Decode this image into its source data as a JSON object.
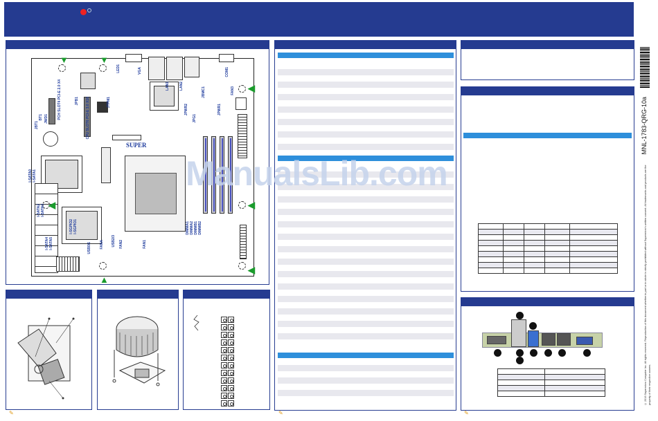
{
  "watermark": "ManualsLib.com",
  "doc_code": "MNL-1783-QRG-10a",
  "legal_text": "© 2016 Supermicro Computer Inc. All rights reserved. Reproduction of this document whether in part or in whole is strictly prohibited without Supermicro's written consent. All trademarks and products are the property of their respective owners.",
  "board": {
    "brand": "SUPER",
    "labels": [
      "CPU SLOT6 PCI-E 3.0 X16",
      "PCH SLOT4 PCI-E 2.0 X4",
      "FAN2",
      "FAN1",
      "FAN3",
      "FANA",
      "DIMMB2",
      "DIMMB1",
      "DIMMA2",
      "DIMMA1",
      "JPWR1",
      "JPWR2",
      "USB0/1",
      "USB2/3",
      "LED1",
      "JPB1",
      "JBT1",
      "JPG1",
      "I-SGPIO1",
      "I-SGPIO2",
      "BT1",
      "JWD1",
      "I-SATA0",
      "I-SATA1",
      "I-SATA2",
      "I-SATA3",
      "I-SATA4",
      "I-SATA5",
      "LAN1",
      "LAN2",
      "COM1",
      "VGA",
      "JBMC1",
      "JTPM1"
    ]
  },
  "colors": {
    "banner": "#253b90",
    "accent_blue": "#2e8fdb",
    "arrow_green": "#1a9b2c",
    "logo_red": "#e22222"
  }
}
